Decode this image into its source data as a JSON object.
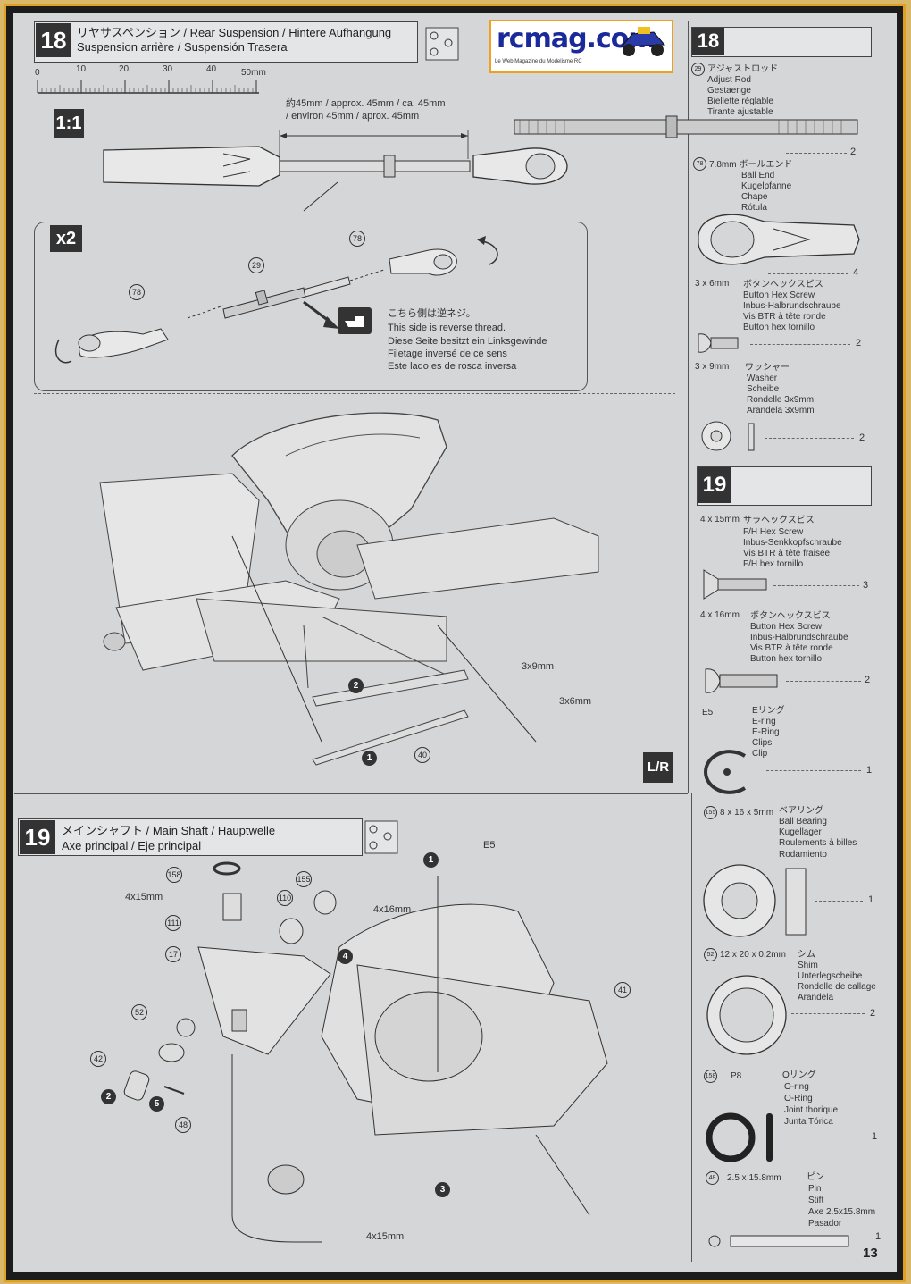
{
  "logo": {
    "text": "rcmag.com",
    "tagline": "Le Web Magazine du Modelisme RC"
  },
  "step18": {
    "number": "18",
    "title_line1": "リヤサスペンション / Rear Suspension / Hintere Aufhängung",
    "title_line2": "Suspension arrière / Suspensión Trasera",
    "ruler_labels": [
      "0",
      "10",
      "20",
      "30",
      "40",
      "50mm"
    ],
    "scale_badge": "1:1",
    "length_line1": "約45mm   / approx. 45mm  /  ca. 45mm",
    "length_line2": "/ environ 45mm  / aprox. 45mm",
    "times_badge": "x2",
    "part_78": "78",
    "part_29": "29",
    "note_lines": [
      "こちら側は逆ネジ。",
      "This side is reverse thread.",
      "Diese Seite besitzt ein Linksgewinde",
      "Filetage inversé de ce sens",
      "Este lado es de rosca inversa"
    ],
    "label_3x9": "3x9mm",
    "label_3x6": "3x6mm",
    "callout_1": "1",
    "callout_2": "2",
    "part_40": "40",
    "lr_badge": "L/R"
  },
  "step19": {
    "number": "19",
    "title_line1": "メインシャフト  / Main Shaft / Hauptwelle",
    "title_line2": "Axe principal / Eje principal",
    "label_4x15_top": "4x15mm",
    "label_4x16": "4x16mm",
    "label_e5": "E5",
    "label_4x15_bottom": "4x15mm",
    "parts": [
      "158",
      "155",
      "110",
      "111",
      "17",
      "52",
      "42",
      "48",
      "41"
    ],
    "callouts": [
      "1",
      "2",
      "3",
      "4",
      "5"
    ]
  },
  "sidebar18": {
    "number": "18",
    "items": [
      {
        "part": "29",
        "lines": [
          "アジャストロッド",
          "Adjust Rod",
          "Gestaenge",
          "Biellette réglable",
          "Tirante ajustable"
        ],
        "qty": "2"
      },
      {
        "part": "78",
        "lines": [
          "7.8mm ボールエンド",
          "Ball End",
          "Kugelpfanne",
          "Chape",
          "Rótula"
        ],
        "qty": "4"
      },
      {
        "size": "3 x 6mm",
        "lines": [
          "ボタンヘックスビス",
          "Button Hex Screw",
          "Inbus-Halbrundschraube",
          "Vis BTR à tête ronde",
          "Button hex tornillo"
        ],
        "qty": "2"
      },
      {
        "size": "3 x 9mm",
        "lines": [
          "ワッシャー",
          "Washer",
          "Scheibe",
          "Rondelle 3x9mm",
          "Arandela 3x9mm"
        ],
        "qty": "2"
      }
    ]
  },
  "sidebar19": {
    "number": "19",
    "items": [
      {
        "size": "4 x 15mm",
        "lines": [
          "サラヘックスビス",
          "F/H Hex Screw",
          "Inbus-Senkkopfschraube",
          "Vis BTR à tête fraisée",
          "F/H hex tornillo"
        ],
        "qty": "3"
      },
      {
        "size": "4 x 16mm",
        "lines": [
          "ボタンヘックスビス",
          "Button Hex Screw",
          "Inbus-Halbrundschraube",
          "Vis BTR à tête ronde",
          "Button hex tornillo"
        ],
        "qty": "2"
      },
      {
        "size": "E5",
        "lines": [
          "Eリング",
          "E-ring",
          "E-Ring",
          "Clips",
          "Clip"
        ],
        "qty": "1"
      },
      {
        "part": "155",
        "size": "8 x 16 x 5mm",
        "lines": [
          "ベアリング",
          "Ball Bearing",
          "Kugellager",
          "Roulements à billes",
          "Rodamiento"
        ],
        "qty": "1"
      },
      {
        "part": "52",
        "size": "12 x 20 x 0.2mm",
        "lines": [
          "シム",
          "Shim",
          "Unterlegscheibe",
          "Rondelle de callage",
          "Arandela"
        ],
        "qty": "2"
      },
      {
        "part": "158",
        "size": "P8",
        "lines": [
          "Oリング",
          "O-ring",
          "O-Ring",
          "Joint thorique",
          "Junta Tórica"
        ],
        "qty": "1"
      },
      {
        "part": "48",
        "size": "2.5 x 15.8mm",
        "lines": [
          "ピン",
          "Pin",
          "Stift",
          "Axe 2.5x15.8mm",
          "Pasador"
        ],
        "qty": "1"
      }
    ]
  },
  "page_number": "13"
}
